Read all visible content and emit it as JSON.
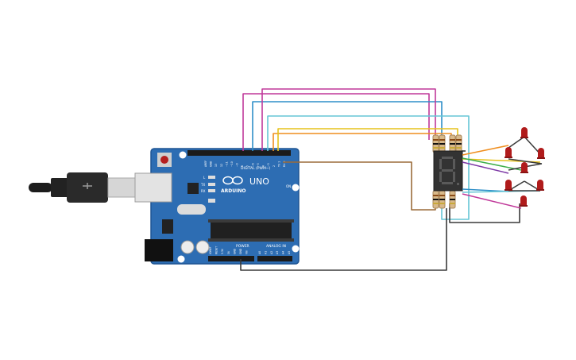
{
  "board": {
    "name": "UNO",
    "logo_text": "ARDUINO",
    "digital_label": "DIGITAL (PWM~)",
    "power_label": "POWER",
    "analog_label": "ANALOG IN",
    "on_label": "ON",
    "l_label": "L",
    "tx_label": "TX",
    "rx_label": "RX",
    "pin_labels": [
      "AREF",
      "GND",
      "13",
      "12",
      "~11",
      "~10",
      "~9",
      "8",
      "7",
      "~6",
      "~5",
      "4",
      "~3",
      "2",
      "TX 1",
      "RX 0"
    ],
    "power_pins": [
      "IOREF",
      "RESET",
      "3.3V",
      "5V",
      "GND",
      "GND",
      "Vin"
    ],
    "analog_pins": [
      "A0",
      "A1",
      "A2",
      "A3",
      "A4",
      "A5"
    ]
  },
  "display": {
    "digit": "8"
  },
  "colors": {
    "board": "#2d6db3",
    "board_edge": "#1f5593",
    "wire_magenta": "#c0399a",
    "wire_blue": "#2f8fc8",
    "wire_cyan": "#66c6d6",
    "wire_orange": "#ef8e1f",
    "wire_yellow": "#e6c21c",
    "wire_brown": "#9b6c3a",
    "wire_green": "#3fae4a",
    "wire_purple": "#7e3aa6",
    "wire_black": "#3a3a3a",
    "led_red": "#b01b1b",
    "display_body": "#333333"
  }
}
